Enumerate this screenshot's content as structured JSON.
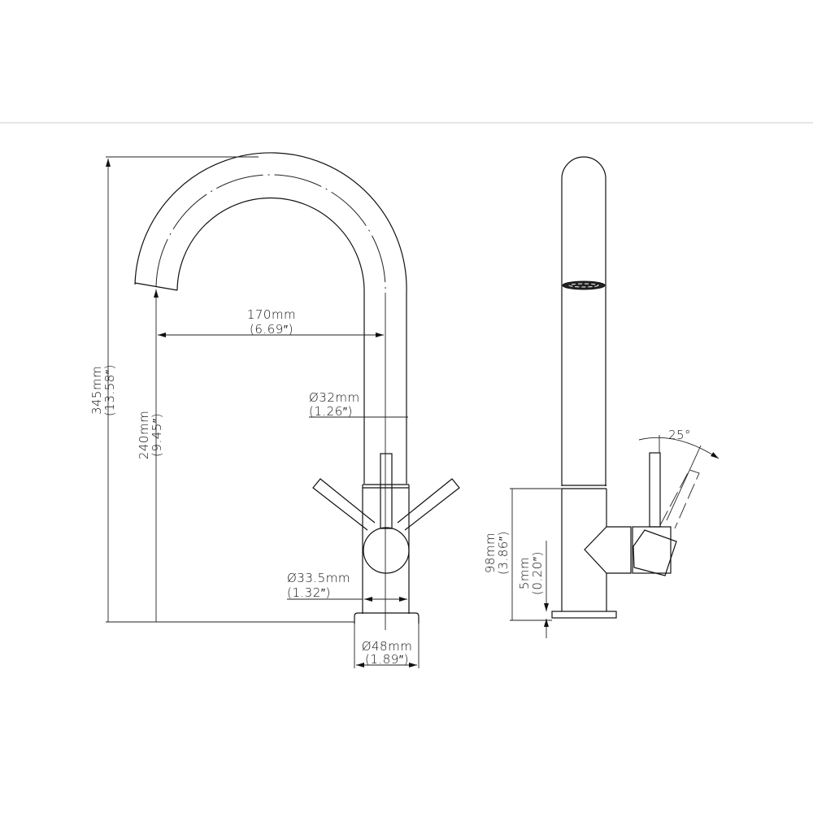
{
  "front_view": {
    "reach": {
      "mm": "170mm",
      "inch": "(6.69″)"
    },
    "total_height": {
      "mm": "345mm",
      "inch": "(13.58″)"
    },
    "spout_height": {
      "mm": "240mm",
      "inch": "(9.45″)"
    },
    "spout_diameter": {
      "mm": "Ø32mm",
      "inch": "(1.26″)"
    },
    "body_diameter": {
      "mm": "Ø33.5mm",
      "inch": "(1.32″)"
    },
    "base_diameter": {
      "mm": "Ø48mm",
      "inch": "(1.89″)"
    }
  },
  "side_view": {
    "lever_angle": "25°",
    "body_height": {
      "mm": "98mm",
      "inch": "(3.86″)"
    },
    "base_thickness": {
      "mm": "5mm",
      "inch": "(0.20″)"
    }
  },
  "colors": {
    "line": "#111111",
    "frame": "#cccccc"
  }
}
